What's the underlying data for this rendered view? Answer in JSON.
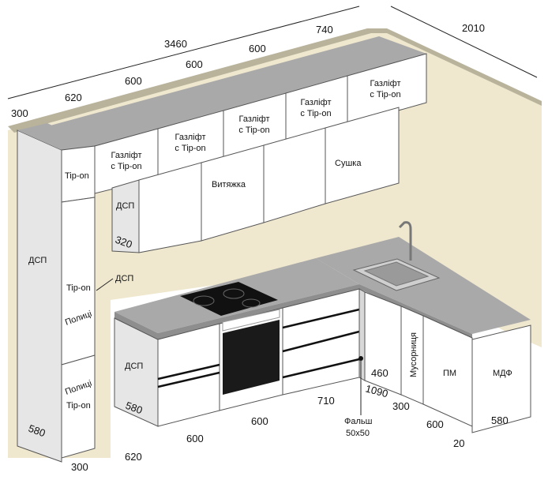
{
  "colors": {
    "wall": "#efe8cf",
    "wall_edge": "#b9b39c",
    "cabinet": "#ffffff",
    "cabinet_side": "#e6e6e6",
    "countertop": "#a9a9a9",
    "countertop_front": "#8e8e8e",
    "handle": "#111111",
    "oven": "#1a1a1a",
    "hob": "#111111"
  },
  "dimensions": {
    "top_total": "3460",
    "top_right": "740",
    "wall_right": "2010",
    "tall_depth_top": "300",
    "upper_w1": "620",
    "upper_w2": "600",
    "upper_w3": "600",
    "upper_w4": "600",
    "upper_shallow_depth": "320",
    "tall_depth_bottom": "580",
    "tall_width_bottom": "300",
    "base_left_width": "620",
    "base_depth_left": "580",
    "base_w1": "600",
    "base_w2": "600",
    "base_w3": "710",
    "corner_depth": "460",
    "corner_len": "1090",
    "trash_w": "300",
    "dw_w": "600",
    "end_panel": "20",
    "right_depth": "580"
  },
  "labels": {
    "gaslift_1": "Газліфт с Tip-on",
    "gaslift_2": "Газліфт с Tip-on",
    "gaslift_3": "Газліфт с Tip-on",
    "gaslift_4": "Газліфт с Tip-on",
    "gaslift_5": "Газліфт с Tip-on",
    "tipon_top": "Tip-on",
    "dsp_upper": "ДСП",
    "hood": "Витяжка",
    "dryer": "Сушка",
    "dsp_tall": "ДСП",
    "tipon_mid": "Tip-on",
    "shelves_1": "Полиці",
    "dsp_note": "ДСП",
    "shelves_2": "Полиці",
    "tipon_low": "Tip-on",
    "dsp_base": "ДСП",
    "trash": "Мусорниця",
    "dishwasher": "ПМ",
    "mdf": "МДФ",
    "false_panel": "Фальш",
    "false_panel_size": "50x50"
  }
}
